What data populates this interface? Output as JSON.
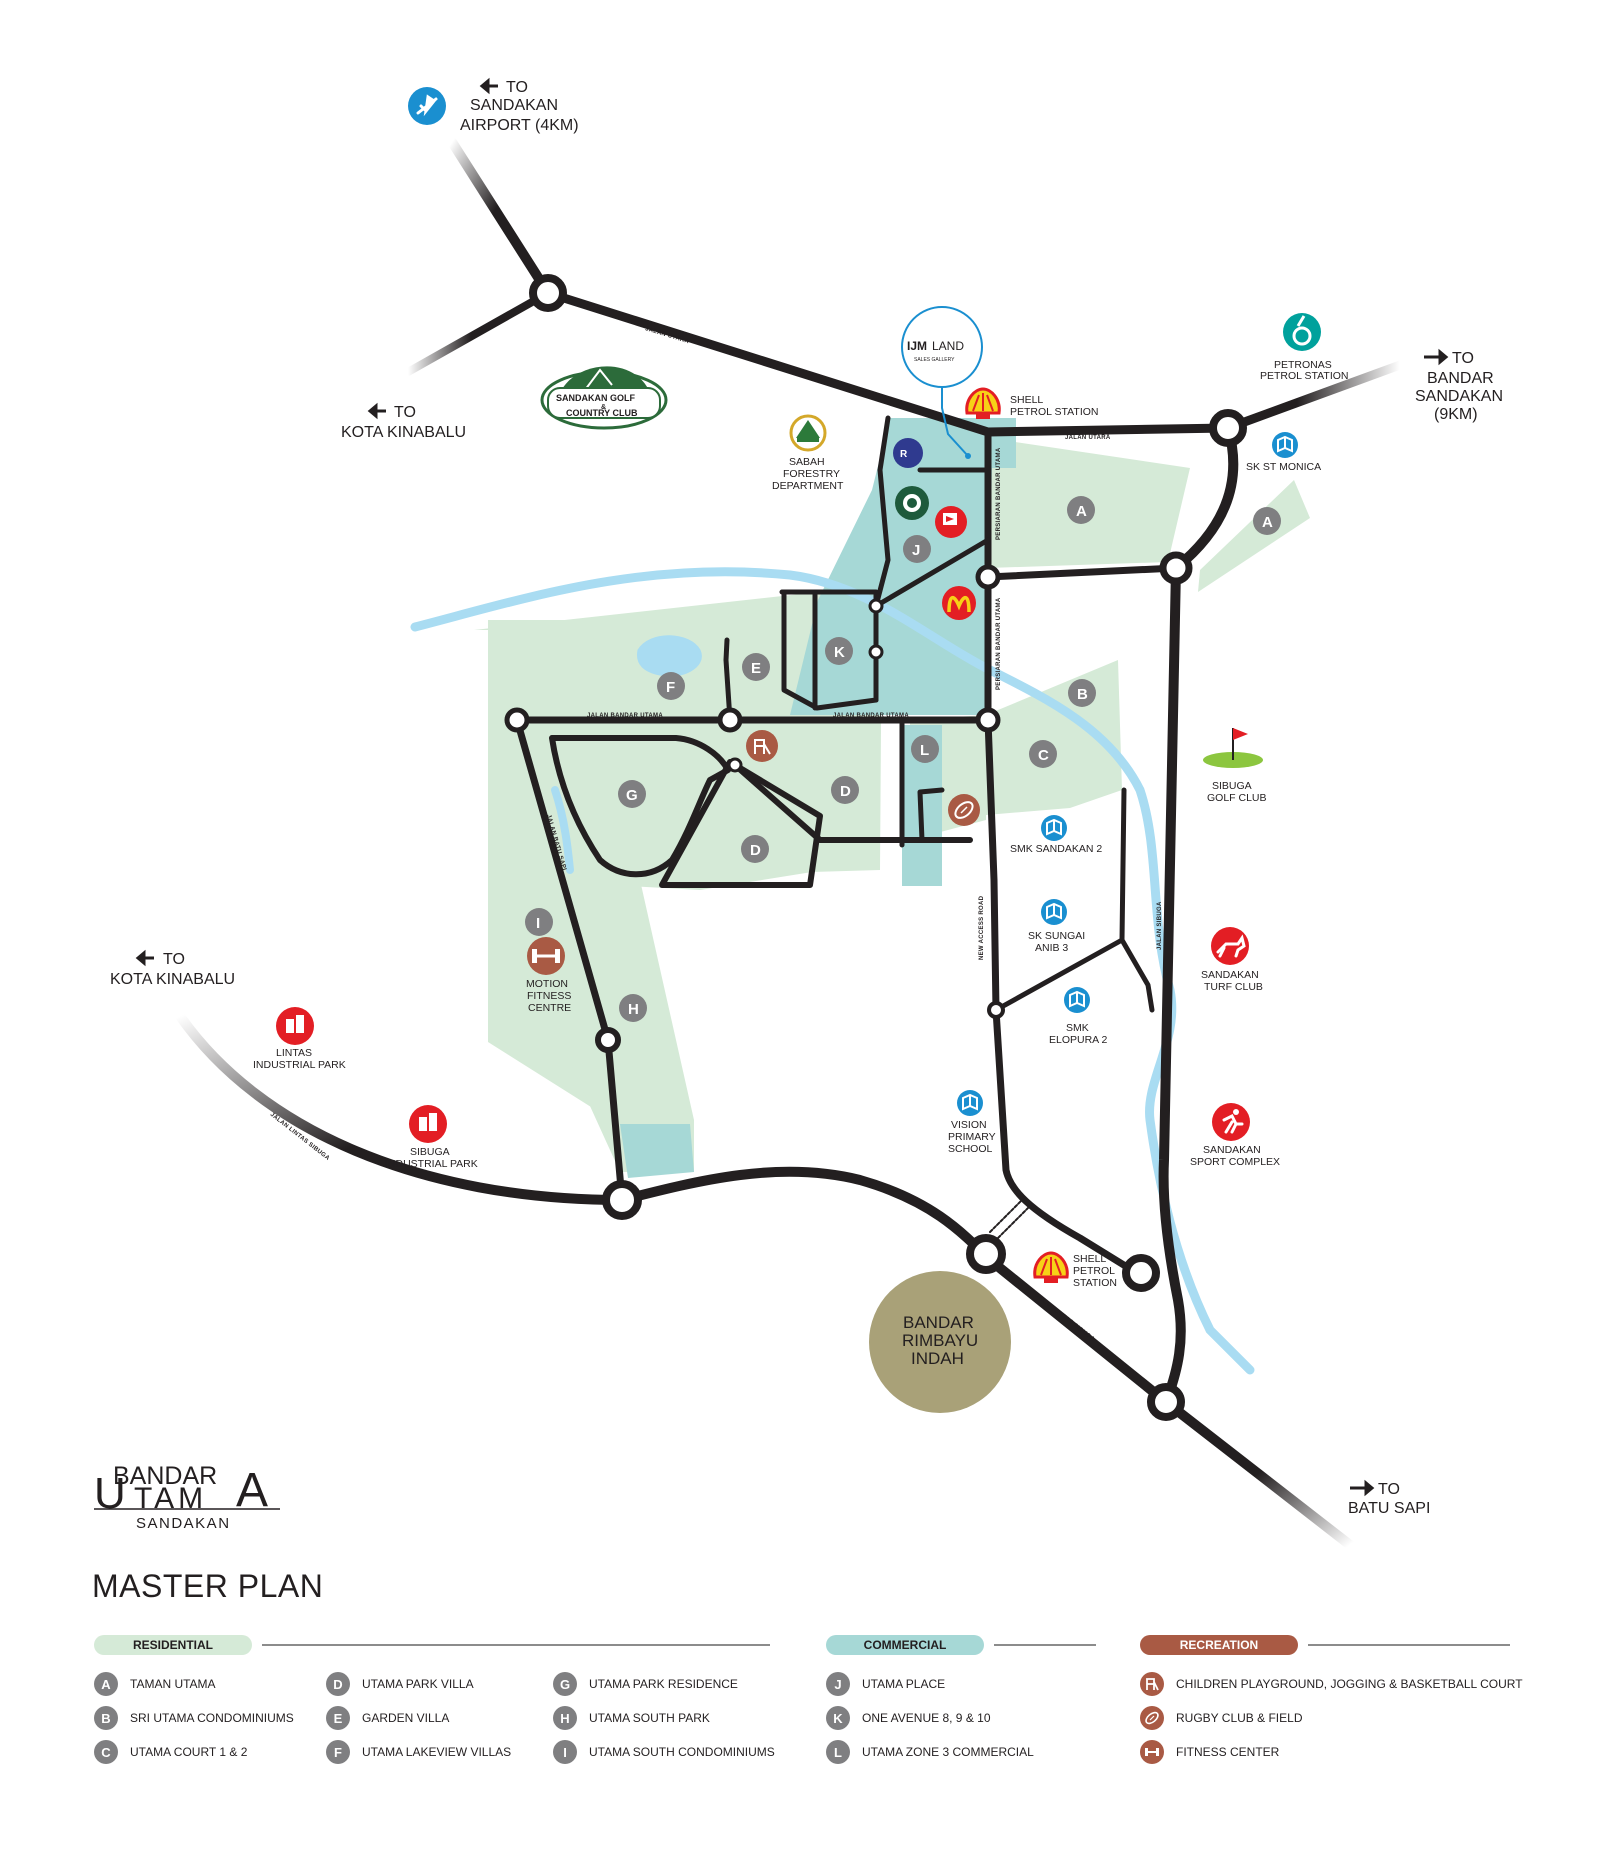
{
  "destinations": {
    "airport": {
      "arrow": "TO",
      "lines": [
        "SANDAKAN",
        "AIRPORT (4KM)"
      ]
    },
    "kk_top": {
      "arrow": "TO",
      "line": "KOTA KINABALU"
    },
    "kk_left": {
      "arrow": "TO",
      "line": "KOTA KINABALU"
    },
    "sandakan": {
      "arrow": "TO",
      "lines": [
        "BANDAR",
        "SANDAKAN",
        "(9KM)"
      ]
    },
    "batu_sapi": {
      "arrow": "TO",
      "line": "BATU SAPI"
    }
  },
  "roads": {
    "jalan_utara_1": "JALAN UTARA",
    "jalan_utara_2": "JALAN UTARA",
    "jalan_bandar_utama_1": "JALAN BANDAR UTAMA",
    "jalan_bandar_utama_2": "JALAN BANDAR UTAMA",
    "persiaran_1": "PERSIARAN BANDAR UTAMA",
    "persiaran_2": "PERSIARAN BANDAR UTAMA",
    "jalan_lintas_sibuga_1": "JALAN LINTAS SIBUGA",
    "jalan_lintas_sibuga_2": "JALAN LINTAS SIBUGA",
    "jalan_sibuga": "JALAN SIBUGA",
    "new_access_road": "NEW ACCESS ROAD",
    "jalan_batu_sapi": "JALAN BATU SAPI"
  },
  "pois": {
    "golf_club": {
      "lines": [
        "SANDAKAN GOLF",
        "&",
        "COUNTRY CLUB"
      ]
    },
    "ijm": {
      "brand": "IJM",
      "brand2": "LAND",
      "sub": "SALES GALLERY"
    },
    "shell_top": {
      "lines": [
        "SHELL",
        "PETROL STATION"
      ]
    },
    "petronas": {
      "lines": [
        "PETRONAS",
        "PETROL STATION"
      ]
    },
    "sabah_forestry": {
      "lines": [
        "SABAH",
        "FORESTRY",
        "DEPARTMENT"
      ]
    },
    "sk_st_monica": {
      "line": "SK ST MONICA"
    },
    "sibuga_golf": {
      "lines": [
        "SIBUGA",
        "GOLF CLUB"
      ]
    },
    "smk_sandakan_2": {
      "line": "SMK SANDAKAN 2"
    },
    "sk_sungai_anib": {
      "lines": [
        "SK SUNGAI",
        "ANIB 3"
      ]
    },
    "smk_elopura": {
      "lines": [
        "SMK",
        "ELOPURA 2"
      ]
    },
    "sandakan_turf": {
      "lines": [
        "SANDAKAN",
        "TURF CLUB"
      ]
    },
    "sport_complex": {
      "lines": [
        "SANDAKAN",
        "SPORT COMPLEX"
      ]
    },
    "vision_school": {
      "lines": [
        "VISION",
        "PRIMARY",
        "SCHOOL"
      ]
    },
    "shell_bottom": {
      "lines": [
        "SHELL",
        "PETROL",
        "STATION"
      ]
    },
    "motion_fitness": {
      "lines": [
        "MOTION",
        "FITNESS",
        "CENTRE"
      ]
    },
    "lintas_industrial": {
      "lines": [
        "LINTAS",
        "INDUSTRIAL PARK"
      ]
    },
    "sibuga_industrial": {
      "lines": [
        "SIBUGA",
        "INDUSTRIAL PARK"
      ]
    },
    "bandar_rimbayu": {
      "lines": [
        "BANDAR",
        "RIMBAYU",
        "INDAH"
      ]
    }
  },
  "zones": {
    "A": "A",
    "B": "B",
    "C": "C",
    "D": "D",
    "E": "E",
    "F": "F",
    "G": "G",
    "H": "H",
    "I": "I",
    "J": "J",
    "K": "K",
    "L": "L"
  },
  "logo": {
    "line1": "BANDAR",
    "line2_a": "U",
    "line2_b": "TAM",
    "line2_c": "A",
    "line3": "SANDAKAN"
  },
  "title": "MASTER PLAN",
  "legend": {
    "residential": {
      "heading": "RESIDENTIAL",
      "items": [
        {
          "key": "A",
          "label": "TAMAN UTAMA"
        },
        {
          "key": "B",
          "label": "SRI UTAMA CONDOMINIUMS"
        },
        {
          "key": "C",
          "label": "UTAMA COURT 1 & 2"
        },
        {
          "key": "D",
          "label": "UTAMA PARK VILLA"
        },
        {
          "key": "E",
          "label": "GARDEN VILLA"
        },
        {
          "key": "F",
          "label": "UTAMA LAKEVIEW VILLAS"
        },
        {
          "key": "G",
          "label": "UTAMA PARK RESIDENCE"
        },
        {
          "key": "H",
          "label": "UTAMA SOUTH PARK"
        },
        {
          "key": "I",
          "label": "UTAMA SOUTH CONDOMINIUMS"
        }
      ]
    },
    "commercial": {
      "heading": "COMMERCIAL",
      "items": [
        {
          "key": "J",
          "label": "UTAMA PLACE"
        },
        {
          "key": "K",
          "label": "ONE AVENUE 8, 9 & 10"
        },
        {
          "key": "L",
          "label": "UTAMA ZONE 3 COMMERCIAL"
        }
      ]
    },
    "recreation": {
      "heading": "RECREATION",
      "items": [
        {
          "icon": "playground-icon",
          "label": "CHILDREN PLAYGROUND,  JOGGING & BASKETBALL COURT"
        },
        {
          "icon": "rugby-icon",
          "label": "RUGBY CLUB & FIELD"
        },
        {
          "icon": "dumbbell-icon",
          "label": "FITNESS CENTER"
        }
      ]
    }
  },
  "colors": {
    "residential": "#d5ead7",
    "commercial": "#a6d8d6",
    "recreation": "#a95a44",
    "road": "#231f20",
    "river": "#a9dcf2",
    "zone_badge": "#7f7f81",
    "school": "#1a8fd0",
    "industrial": "#e31e24",
    "rimbayu": "#a9a178",
    "petronas": "#00a19c",
    "brand_green": "#2c7a62"
  }
}
